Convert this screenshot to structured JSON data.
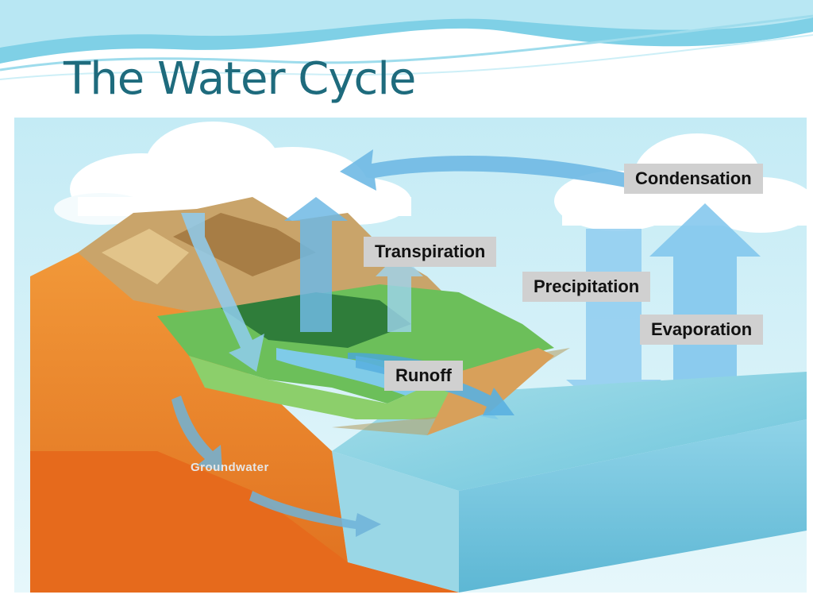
{
  "title": "The Water Cycle",
  "labels": {
    "condensation": "Condensation",
    "transpiration": "Transpiration",
    "precipitation": "Precipitation",
    "evaporation": "Evaporation",
    "runoff": "Runoff",
    "groundwater": "Groundwater"
  },
  "colors": {
    "title": "#1e6b7d",
    "sky": "#c9ecf4",
    "cloud": "#ffffff",
    "arrow": "#5ab0e0",
    "soil": "#f08a2c",
    "grass": "#6cbf5a",
    "ocean": "#8fd3e8",
    "label_box": "#d0d0d0"
  }
}
